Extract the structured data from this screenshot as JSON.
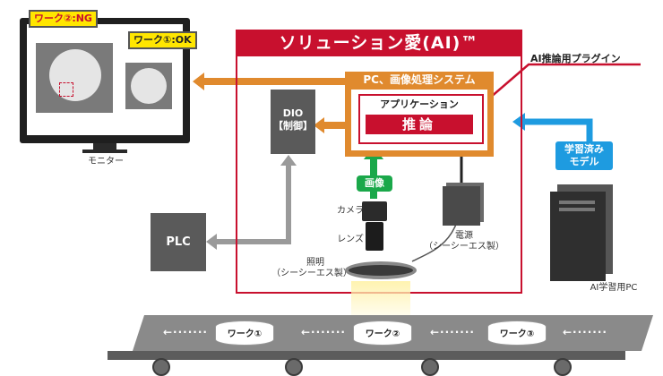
{
  "title": "ソリューション愛(AI)™",
  "monitor": {
    "label": "モニター",
    "callout_ng": "ワーク②:NG",
    "callout_ok": "ワーク①:OK"
  },
  "pc_system": {
    "header": "PC、画像処理システム",
    "app_label": "アプリケーション",
    "inference": "推論"
  },
  "plugin_label": "AI推論用プラグイン",
  "dio": {
    "line1": "DIO",
    "line2": "【制御】"
  },
  "image_tag": "画像",
  "camera_label": "カメラ",
  "lens_label": "レンズ",
  "power": {
    "line1": "電源",
    "line2": "（シーシーエス製）"
  },
  "lighting": {
    "line1": "照明",
    "line2": "（シーシーエス製）"
  },
  "plc_label": "PLC",
  "model_tag": {
    "line1": "学習済み",
    "line2": "モデル"
  },
  "ai_pc_label": "AI学習用PC",
  "conveyor": {
    "works": [
      "ワーク①",
      "ワーク②",
      "ワーク③"
    ]
  },
  "colors": {
    "red": "#c8102e",
    "orange": "#e08a2e",
    "green": "#1aa84a",
    "blue": "#1e9be0",
    "gray": "#8c8c8c",
    "yellow": "#ffe600"
  }
}
